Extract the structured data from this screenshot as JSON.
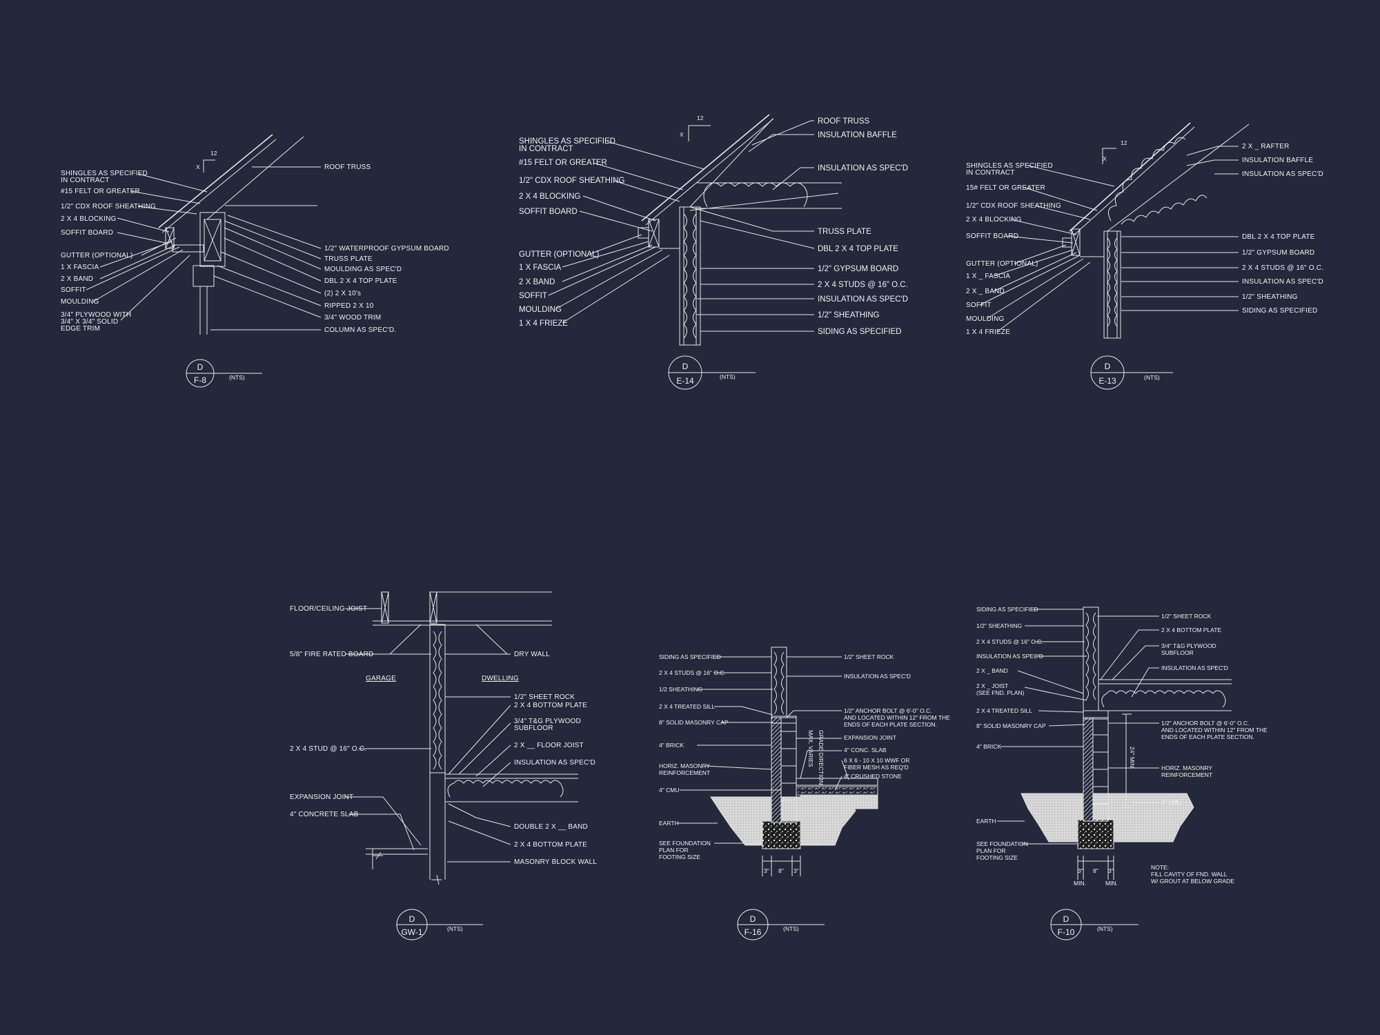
{
  "details": [
    {
      "id": "d1",
      "bubble": {
        "letter": "D",
        "number": "F-8",
        "scale": "(NTS)"
      },
      "left_labels": [
        "SHINGLES AS SPECIFIED",
        "IN CONTRACT",
        "#15 FELT OR GREATER",
        "1/2\" CDX ROOF SHEATHING",
        "2 X 4 BLOCKING",
        "SOFFIT BOARD",
        "GUTTER (OPTIONAL)",
        "1 X FASCIA",
        "2 X BAND",
        "SOFFIT",
        "MOULDING",
        "3/4\" PLYWOOD WITH",
        "3/4\" X 3/4\" SOLID",
        "EDGE TRIM"
      ],
      "right_labels": [
        "ROOF TRUSS",
        "1/2\" WATERPROOF GYPSUM BOARD",
        "TRUSS PLATE",
        "MOULDING AS SPEC'D",
        "DBL 2 X 4 TOP PLATE",
        "(2) 2 X 10's",
        "RIPPED 2 X 10",
        "3/4\" WOOD TRIM",
        "COLUMN AS SPEC'D."
      ],
      "pitch": {
        "rise": "X",
        "run": "12"
      }
    },
    {
      "id": "d2",
      "bubble": {
        "letter": "D",
        "number": "E-14",
        "scale": "(NTS)"
      },
      "left_labels": [
        "SHINGLES AS SPECIFIED",
        "IN CONTRACT",
        "#15 FELT OR GREATER",
        "1/2\" CDX ROOF SHEATHING",
        "2 X 4 BLOCKING",
        "SOFFIT BOARD",
        "GUTTER (OPTIONAL)",
        "1 X FASCIA",
        "2 X BAND",
        "SOFFIT",
        "MOULDING",
        "1 X 4 FRIEZE"
      ],
      "right_labels": [
        "ROOF TRUSS",
        "INSULATION BAFFLE",
        "INSULATION AS SPEC'D",
        "TRUSS PLATE",
        "DBL 2 X 4 TOP PLATE",
        "1/2\" GYPSUM BOARD",
        "2 X 4 STUDS @ 16\" O.C.",
        "INSULATION AS SPEC'D",
        "1/2\" SHEATHING",
        "SIDING AS SPECIFIED"
      ],
      "pitch": {
        "rise": "X",
        "run": "12"
      }
    },
    {
      "id": "d3",
      "bubble": {
        "letter": "D",
        "number": "E-13",
        "scale": "(NTS)"
      },
      "left_labels": [
        "SHINGLES AS SPECIFIED",
        "IN CONTRACT",
        "15# FELT OR GREATER",
        "1/2\" CDX ROOF SHEATHING",
        "2 X 4 BLOCKING",
        "SOFFIT BOARD",
        "GUTTER (OPTIONAL)",
        "1 X _ FASCIA",
        "2 X _ BAND",
        "SOFFIT",
        "MOULDING",
        "1 X 4 FRIEZE"
      ],
      "right_labels": [
        "2 X _ RAFTER",
        "INSULATION BAFFLE",
        "INSULATION AS SPEC'D",
        "DBL 2 X 4 TOP PLATE",
        "1/2\" GYPSUM BOARD",
        "2 X 4 STUDS @ 16\" O.C.",
        "INSULATION AS SPEC'D",
        "1/2\" SHEATHING",
        "SIDING AS SPECIFIED"
      ],
      "pitch": {
        "rise": "X",
        "run": "12"
      }
    },
    {
      "id": "d4",
      "bubble": {
        "letter": "D",
        "number": "GW-1",
        "scale": "(NTS)"
      },
      "left_labels": [
        "FLOOR/CEILING JOIST",
        "5/8\" FIRE RATED BOARD",
        "2 X 4 STUD @ 16\" O.C.",
        "EXPANSION JOINT",
        "4\" CONCRETE SLAB"
      ],
      "center_labels": [
        "GARAGE",
        "DWELLING"
      ],
      "right_labels": [
        "DRY WALL",
        "1/2\" SHEET ROCK",
        "2 X 4 BOTTOM PLATE",
        "3/4\" T&G PLYWOOD",
        "SUBFLOOR",
        "2 X __ FLOOR JOIST",
        "INSULATION AS SPEC'D",
        "DOUBLE 2 X __ BAND",
        "2 X 4 BOTTOM PLATE",
        "MASONRY BLOCK WALL"
      ]
    },
    {
      "id": "d5",
      "bubble": {
        "letter": "D",
        "number": "F-16",
        "scale": "(NTS)"
      },
      "left_labels": [
        "SIDING AS SPECIFIED",
        "2 X 4 STUDS @ 16\" O.C.",
        "1/2 SHEATHING",
        "2 X 4 TREATED SILL",
        "8\" SOLID MASONRY CAP",
        "4\" BRICK",
        "HORIZ. MASONRY",
        "REINFORCEMENT",
        "4\" CMU",
        "EARTH",
        "SEE FOUNDATION",
        "PLAN FOR",
        "FOOTING SIZE"
      ],
      "right_labels": [
        "1/2\" SHEET ROCK",
        "INSULATION AS SPEC'D",
        "1/2\" ANCHOR BOLT @ 6'-0\" O.C.",
        "AND LOCATED WITHIN 12\" FROM THE",
        "ENDS OF EACH PLATE SECTION.",
        "EXPANSION JOINT",
        "4\" CONC. SLAB",
        "6 X 6 - 10 X 10 WWF OR",
        "FIBER MESH AS REQ'D",
        "4\" CRUSHED STONE"
      ],
      "vertical_label": "GRADE DIRECTION",
      "vertical_label2": "MAX. VARIES",
      "dims": [
        "3\"",
        "8\"",
        "3\""
      ]
    },
    {
      "id": "d6",
      "bubble": {
        "letter": "D",
        "number": "F-10",
        "scale": "(NTS)"
      },
      "left_labels": [
        "SIDING AS SPECIFIED",
        "1/2\" SHEATHING",
        "2 X 4 STUDS @ 16\" O.C.",
        "INSULATION AS SPEC'D",
        "2 X _ BAND",
        "2 X _ JOIST",
        "(SEE FND. PLAN)",
        "2 X 4 TREATED SILL",
        "8\" SOLID MASONRY CAP",
        "4\" BRICK",
        "EARTH",
        "SEE FOUNDATION",
        "PLAN FOR",
        "FOOTING SIZE"
      ],
      "right_labels": [
        "1/2\" SHEET ROCK",
        "2 X 4 BOTTOM PLATE",
        "3/4\" T&G PLYWOOD",
        "SUBFLOOR",
        "INSULATION AS SPEC'D",
        "1/2\" ANCHOR BOLT @ 6'-0\" O.C.",
        "AND LOCATED WITHIN 12\" FROM THE",
        "ENDS OF EACH PLATE SECTION.",
        "HORIZ. MASONRY",
        "REINFORCEMENT",
        "4\" CMU"
      ],
      "note": [
        "NOTE:",
        "FILL CAVITY OF FND. WALL",
        "W/ GROUT AT BELOW GRADE"
      ],
      "vertical_label": "24\" MIN.",
      "dims": [
        "3\"",
        "8\"",
        "3\""
      ],
      "min": [
        "MIN.",
        "MIN."
      ]
    }
  ]
}
